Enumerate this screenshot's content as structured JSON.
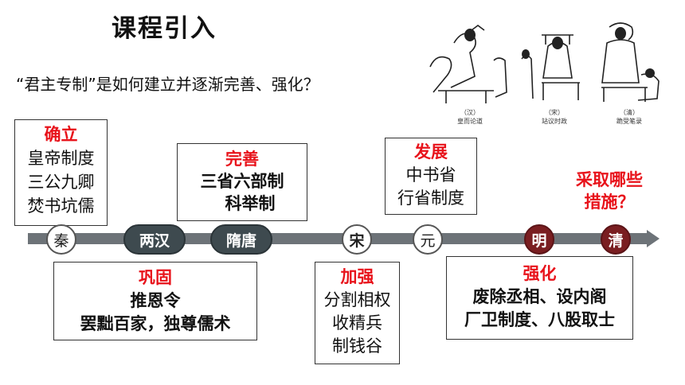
{
  "title": "课程引入",
  "question": "“君主专制”是如何建立并逐渐完善、强化？",
  "boxes": {
    "queli": {
      "heading": "确立",
      "lines": [
        "皇帝制度",
        "三公九卿",
        "焚书坑儒"
      ]
    },
    "wanshan": {
      "heading": "完善",
      "lines": [
        "三省六部制",
        "科举制"
      ]
    },
    "fazhan": {
      "heading": "发展",
      "lines": [
        "中书省",
        "行省制度"
      ]
    },
    "question_qing": {
      "lines": [
        "采取哪些",
        "措施？"
      ]
    },
    "gonggu": {
      "heading": "巩固",
      "lines": [
        "推恩令",
        "罢黜百家，独尊儒术"
      ]
    },
    "jiaqiang": {
      "heading": "加强",
      "lines": [
        "分割相权",
        "收精兵",
        "制钱谷"
      ]
    },
    "qianghua": {
      "heading": "强化",
      "lines": [
        "废除丞相、设内阁",
        "厂卫制度、八股取士"
      ]
    }
  },
  "timeline": {
    "nodes": [
      "秦",
      "两汉",
      "隋唐",
      "宋",
      "元",
      "明",
      "清"
    ]
  },
  "illustration": {
    "captions": [
      {
        "tag": "（汉）",
        "text": "皇而论道"
      },
      {
        "tag": "（宋）",
        "text": "站议时政"
      },
      {
        "tag": "（清）",
        "text": "跪受笔录"
      }
    ]
  },
  "colors": {
    "accent_red": "#e8131b",
    "axis_gray": "#6d7378",
    "pill_dark": "#3e4a4f",
    "node_maroon": "#7a1e21"
  }
}
